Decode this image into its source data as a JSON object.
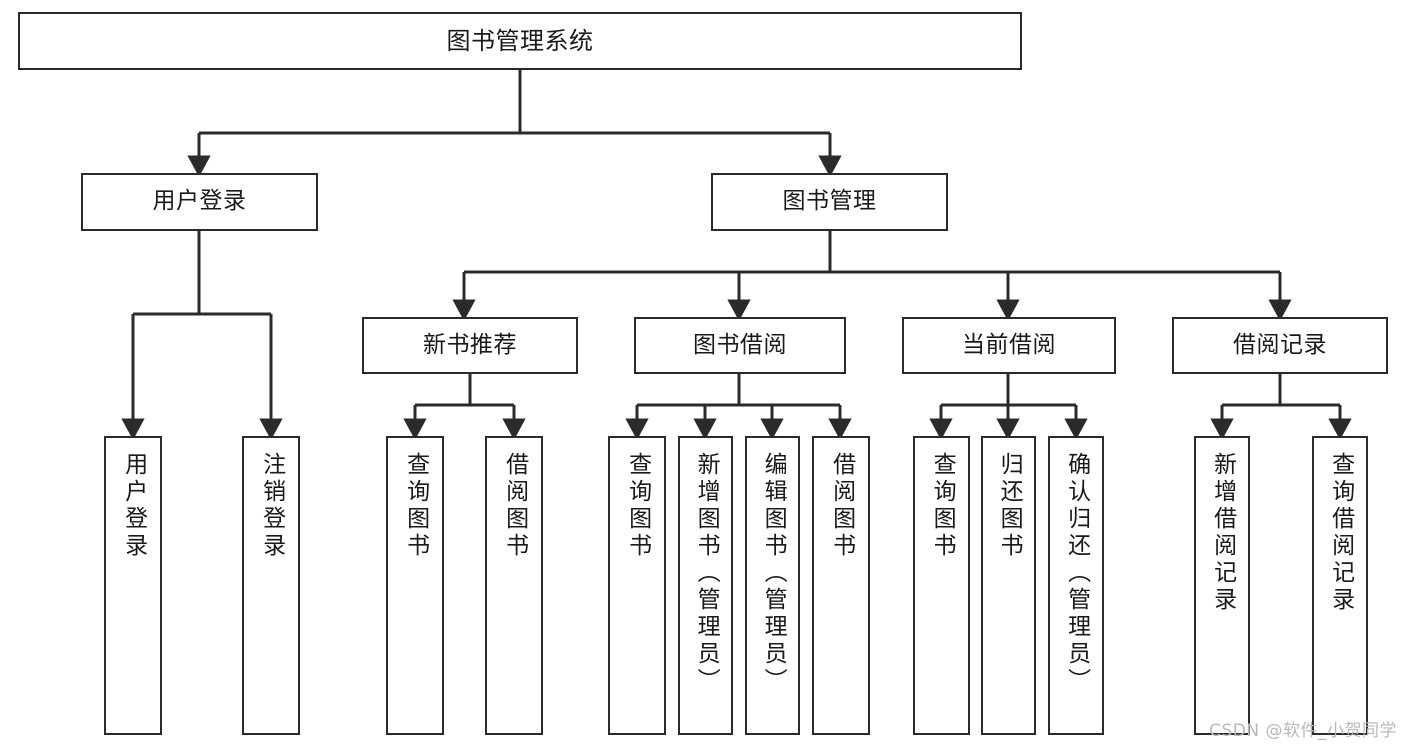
{
  "diagram": {
    "title": "图书管理系统",
    "type": "tree",
    "orientation": "top-down",
    "colors": {
      "box_border": "#2b2b2b",
      "box_fill": "#ffffff",
      "edge": "#2b2b2b",
      "text": "#1a1a1a",
      "watermark": "#b9b9b9",
      "background": "#ffffff"
    }
  },
  "nodes": {
    "root": {
      "label": "图书管理系统"
    },
    "level2": [
      {
        "label": "用户登录"
      },
      {
        "label": "图书管理"
      }
    ],
    "level3": [
      {
        "label": "新书推荐"
      },
      {
        "label": "图书借阅"
      },
      {
        "label": "当前借阅"
      },
      {
        "label": "借阅记录"
      }
    ],
    "leaves": {
      "user_login": [
        {
          "label": "用户登录"
        },
        {
          "label": "注销登录"
        }
      ],
      "new_book_recommend": [
        {
          "label": "查询图书"
        },
        {
          "label": "借阅图书"
        }
      ],
      "book_borrow": [
        {
          "label": "查询图书"
        },
        {
          "label": "新增图书（管理员）"
        },
        {
          "label": "编辑图书（管理员）"
        },
        {
          "label": "借阅图书"
        }
      ],
      "current_borrow": [
        {
          "label": "查询图书"
        },
        {
          "label": "归还图书"
        },
        {
          "label": "确认归还（管理员）"
        }
      ],
      "borrow_record": [
        {
          "label": "新增借阅记录"
        },
        {
          "label": "查询借阅记录"
        }
      ]
    }
  },
  "watermark": {
    "text": "CSDN @软件_小贺同学"
  }
}
